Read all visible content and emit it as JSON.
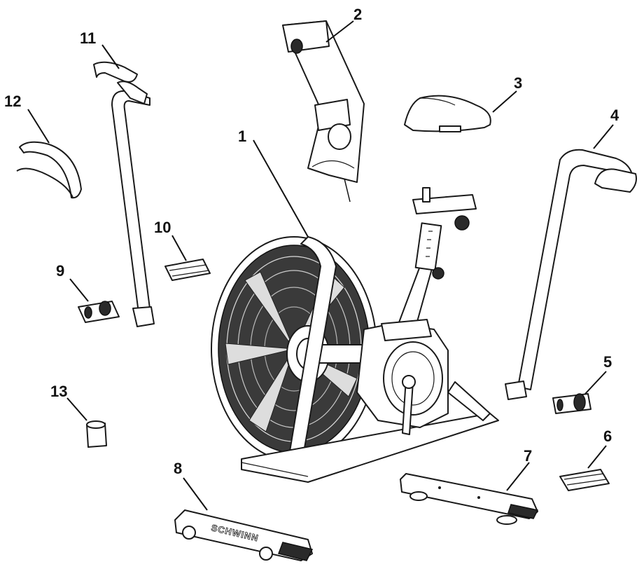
{
  "diagram": {
    "callouts": [
      "1",
      "2",
      "3",
      "4",
      "5",
      "6",
      "7",
      "8",
      "9",
      "10",
      "11",
      "12",
      "13"
    ],
    "brand_text": "SCHWINN"
  },
  "colors": {
    "line": "#1a1a1a",
    "fill": "#ffffff",
    "text": "#111111"
  }
}
